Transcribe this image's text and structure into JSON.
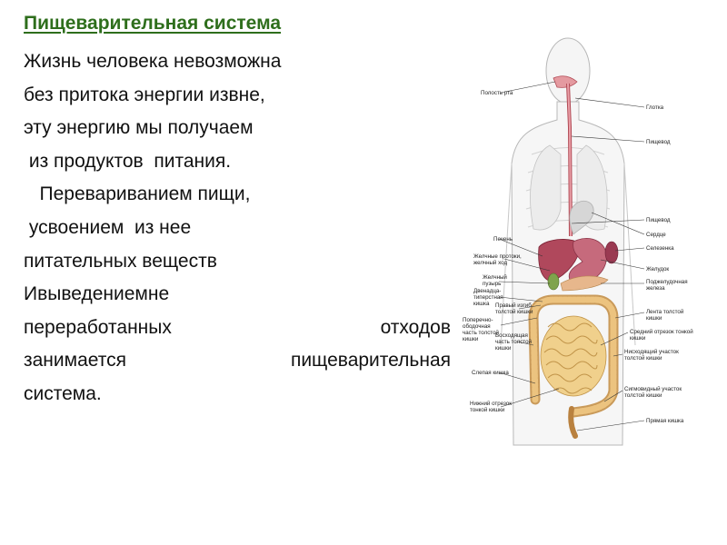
{
  "slide": {
    "title": "Пищеварительная система",
    "lines": [
      "Жизнь человека невозможна",
      "без притока энергии извне,",
      "эту энергию мы получаем",
      " из продуктов  питания.",
      "   Перевариванием пищи,",
      " усвоением  из нее",
      "питательных веществ",
      "Ивыведениемне"
    ],
    "justified_lines": [
      [
        "переработанных",
        "отходов"
      ],
      [
        "занимается",
        "пищеварительная"
      ]
    ],
    "last_line": "система."
  },
  "figure": {
    "labels_left": [
      "Полость рта",
      "Печень",
      "Желчные протоки,",
      "желчный ход",
      "Желчный",
      "пузырь",
      "Двенадца-",
      "типерстная",
      "кишка",
      "Правый изгиб",
      "толстой кишки",
      "Поперечно-",
      "ободочная",
      "часть толстой",
      "кишки",
      "Восходящая",
      "часть толстой",
      "кишки",
      "Слепая кишка",
      "Нижний отрезок",
      "тонкой кишки"
    ],
    "labels_right": [
      "Глотка",
      "Пищевод",
      "Пищевод",
      "Сердце",
      "Селезенка",
      "Желудок",
      "Поджелудочная",
      "железа",
      "Лента толстой",
      "кишки",
      "Средний отрезок тонкой",
      "кишки",
      "Нисходящий участок",
      "толстой кишки",
      "Сигмовидный участок",
      "толстой кишки",
      "Прямая кишка"
    ]
  }
}
